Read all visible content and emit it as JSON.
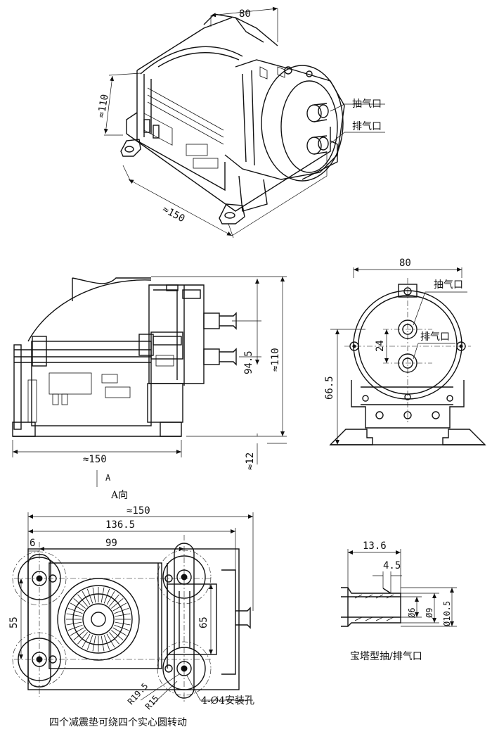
{
  "iso_view": {
    "dim_width": "80",
    "dim_height": "≈110",
    "dim_length": "≈150",
    "label_suction": "抽气口",
    "label_exhaust": "排气口"
  },
  "side_view": {
    "dim_length": "≈150",
    "dim_port_height": "94.5",
    "dim_height": "≈110",
    "dim_foot": "≈12"
  },
  "end_view": {
    "dim_width": "80",
    "dim_port_spacing": "24",
    "dim_axis_height": "66.5",
    "label_suction": "抽气口",
    "label_exhaust": "排气口"
  },
  "view_arrow": {
    "marker": "A",
    "caption": "A向"
  },
  "top_view": {
    "dim_overall": "≈150",
    "dim_body": "136.5",
    "dim_hole_spacing_x": "99",
    "dim_offset": "6",
    "dim_hole_spacing_y": "55",
    "dim_width": "65",
    "dim_r1": "R19.5",
    "dim_r2": "R15",
    "note_holes": "4-Ø4安装孔",
    "note_bottom": "四个减震垫可绕四个实心圆转动"
  },
  "barb_detail": {
    "dim_length": "13.6",
    "dim_step": "4.5",
    "dim_bore": "Ø6",
    "dim_outer": "Ø9",
    "dim_max": "Ø10.5",
    "caption": "宝塔型抽/排气口"
  },
  "colors": {
    "line": "#111111",
    "background": "#ffffff"
  }
}
